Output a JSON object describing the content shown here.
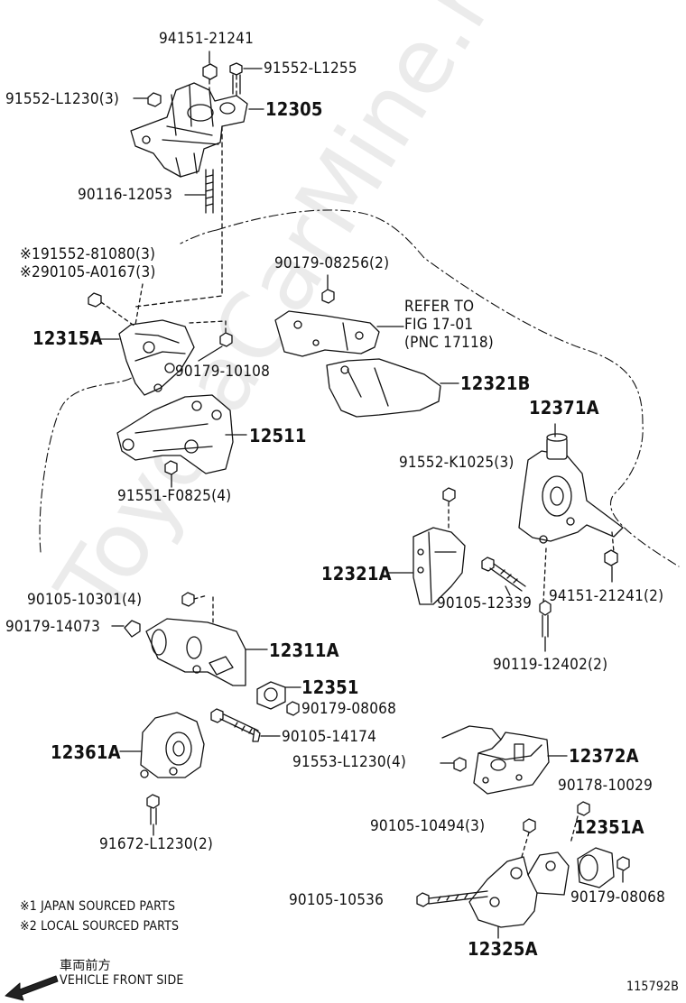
{
  "diagram": {
    "parts": {
      "p94151_21241": "94151-21241",
      "p91552_L1255": "91552-L1255",
      "p91552_L1230_3": "91552-L1230(3)",
      "p12305": "12305",
      "p90116_12053": "90116-12053",
      "p91552_81080": "※191552-81080(3)",
      "p90105_A0167": "※290105-A0167(3)",
      "p90179_08256": "90179-08256(2)",
      "p12315A": "12315A",
      "p90179_10108": "90179-10108",
      "p12321B": "12321B",
      "p12511": "12511",
      "p91551_F0825": "91551-F0825(4)",
      "p12371A": "12371A",
      "p91552_K1025": "91552-K1025(3)",
      "p12321A": "12321A",
      "p90105_12339": "90105-12339",
      "p94151_21241_2": "94151-21241(2)",
      "p90119_12402": "90119-12402(2)",
      "p90105_10301": "90105-10301(4)",
      "p90179_14073": "90179-14073",
      "p12311A": "12311A",
      "p12351": "12351",
      "p90179_08068_a": "90179-08068",
      "p90105_14174": "90105-14174",
      "p12361A": "12361A",
      "p91553_L1230": "91553-L1230(4)",
      "p12372A": "12372A",
      "p90178_10029": "90178-10029",
      "p91672_L1230": "91672-L1230(2)",
      "p90105_10494": "90105-10494(3)",
      "p12351A": "12351A",
      "p90105_10536": "90105-10536",
      "p90179_08068_b": "90179-08068",
      "p12325A": "12325A"
    },
    "refer": {
      "line1": "REFER TO",
      "line2": "FIG 17-01",
      "line3": "(PNC 17118)"
    },
    "notes": {
      "japan": "※1 JAPAN SOURCED PARTS",
      "local": "※2 LOCAL SOURCED PARTS"
    },
    "direction": {
      "japanese": "車両前方",
      "english": "VEHICLE FRONT SIDE"
    },
    "figure_id": "115792B",
    "watermark": "ToyotaCarMine.ru"
  }
}
